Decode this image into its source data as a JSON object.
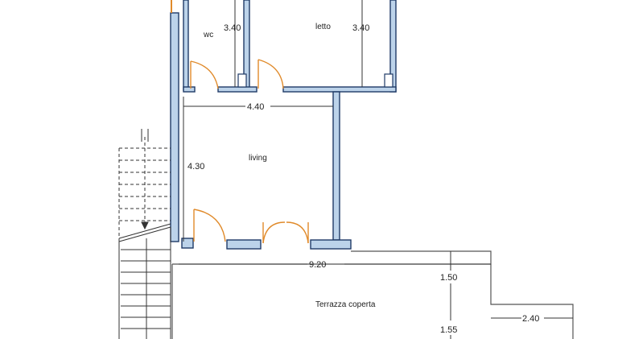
{
  "rooms": {
    "wc": "wc",
    "letto": "letto",
    "living": "living",
    "terrace": "Terrazza coperta"
  },
  "dimensions": {
    "wc_height": "3.40",
    "letto_height": "3.40",
    "living_width": "4.40",
    "living_height": "4.30",
    "total_width": "9.20",
    "terrace_upper": "1.50",
    "terrace_lower": "1.55",
    "terrace_side": "2.40"
  },
  "colors": {
    "wall_fill": "#bcd3ea",
    "wall_stroke": "#1f3a66",
    "door_arc": "#e08a2a",
    "line": "#333333"
  }
}
